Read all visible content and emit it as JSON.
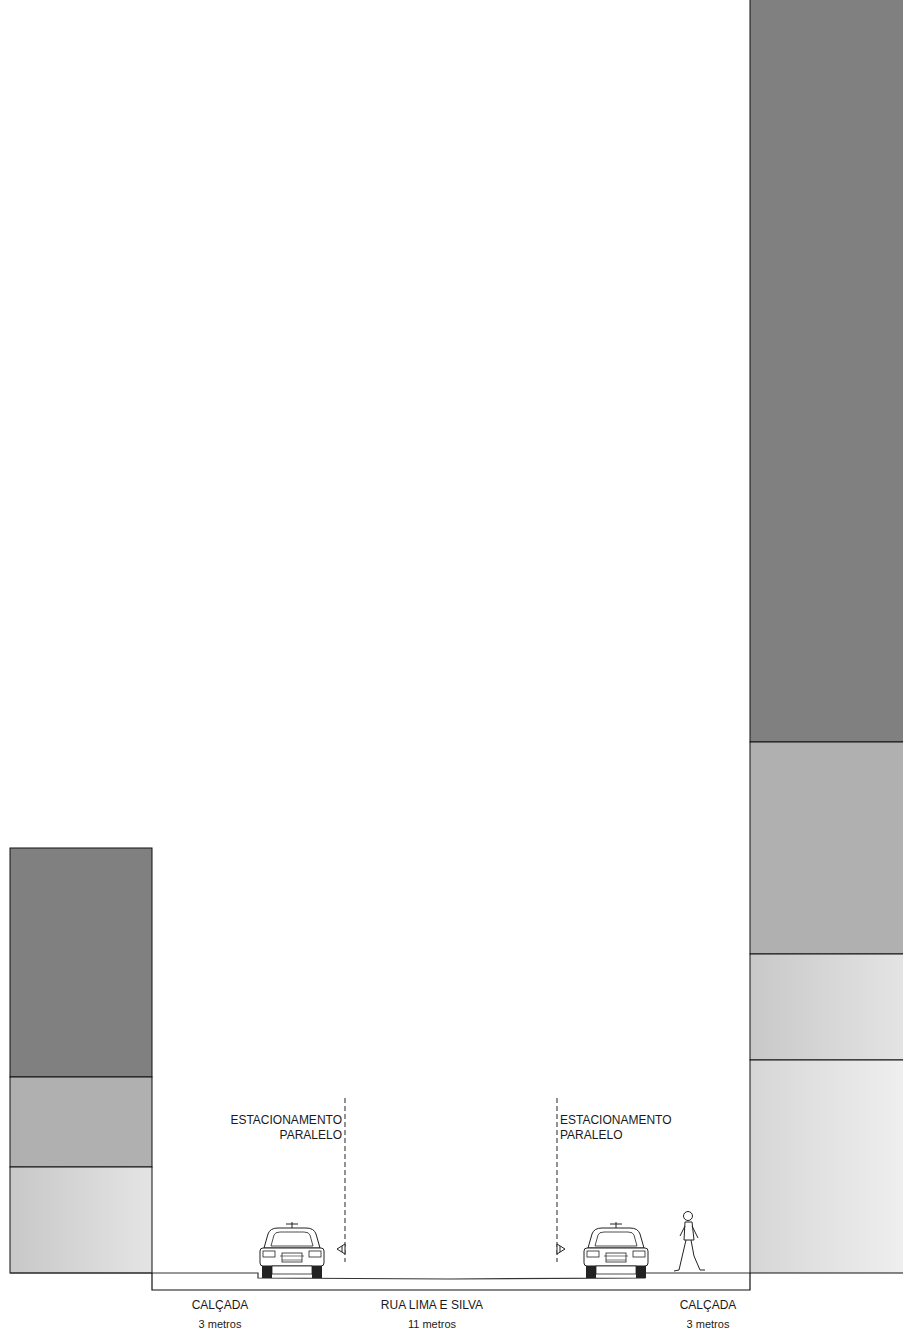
{
  "diagram": {
    "labels": [
      "ESTACIONAMENTO PARALELO",
      "ESTACIONAMENTO PARALELO",
      "CALÇADA",
      "3 metros",
      "RUA LIMA E SILVA",
      "11 metros",
      "CALÇADA",
      "3 metros"
    ]
  }
}
